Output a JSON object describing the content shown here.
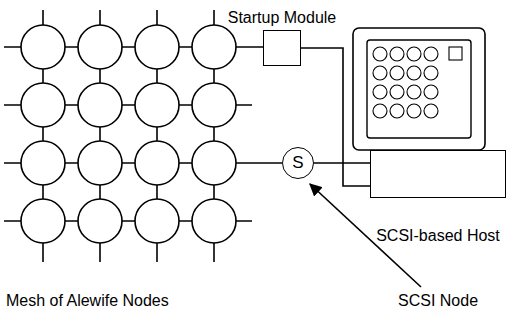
{
  "diagram": {
    "nodes": [
      {
        "text": [
          "Startup Module"
        ]
      },
      {
        "text": [
          "S"
        ]
      },
      {
        "text": [
          "SCSI-based Host"
        ]
      }
    ],
    "edges": [
      {
        "from": 0,
        "to": 2,
        "arrow": "none"
      },
      {
        "from": 1,
        "to": 2,
        "arrow": "none"
      }
    ],
    "labels": [
      "Mesh of Alewife Nodes",
      "SCSI Node"
    ]
  }
}
